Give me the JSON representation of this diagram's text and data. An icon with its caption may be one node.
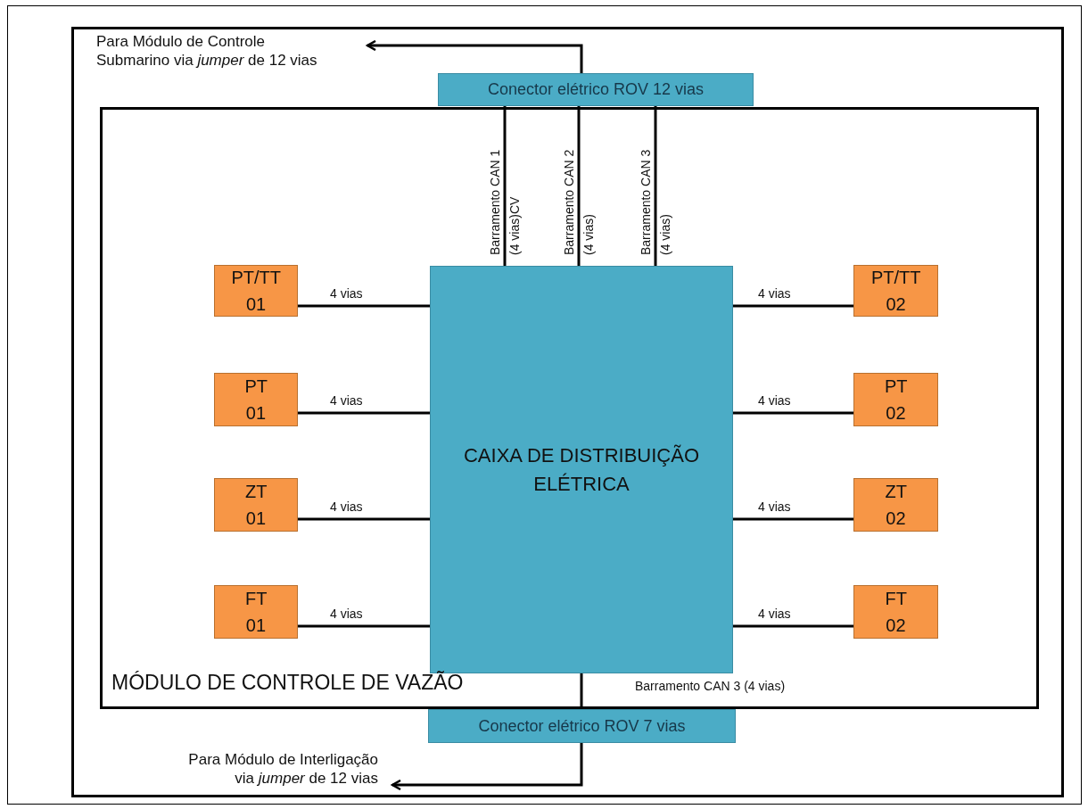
{
  "diagram": {
    "nodes": [
      {
        "text": [
          "MÓDULO DE CONTROLE DE VAZÃO"
        ]
      },
      {
        "text": [
          "Conector elétrico ROV 12 vias"
        ]
      },
      {
        "text": [
          "CAIXA DE DISTRIBUIÇÃO ELÉTRICA"
        ],
        "in": 0
      },
      {
        "text": [
          "PT/TT 01"
        ],
        "in": 0
      },
      {
        "text": [
          "PT 01"
        ],
        "in": 0
      },
      {
        "text": [
          "ZT 01"
        ],
        "in": 0
      },
      {
        "text": [
          "FT 01"
        ],
        "in": 0
      },
      {
        "text": [
          "PT/TT 02"
        ],
        "in": 0
      },
      {
        "text": [
          "PT 02"
        ],
        "in": 0
      },
      {
        "text": [
          "ZT 02"
        ],
        "in": 0
      },
      {
        "text": [
          "FT 02"
        ],
        "in": 0
      },
      {
        "text": [
          "Conector elétrico ROV 7 vias"
        ]
      },
      {
        "text": [
          "Para Módulo de Controle Submarino via *jumper* de 12 vias"
        ]
      },
      {
        "text": [
          "Para Módulo de Interligação via *jumper* de 12 vias"
        ]
      }
    ],
    "edges": [
      {
        "from": 1,
        "to": 12,
        "arrow": "to"
      },
      {
        "from": 1,
        "to": 2,
        "arrow": "none",
        "label": "Barramento CAN 1 (4 vias)CV"
      },
      {
        "from": 1,
        "to": 2,
        "arrow": "none",
        "label": "Barramento CAN 2 (4 vias)"
      },
      {
        "from": 1,
        "to": 2,
        "arrow": "none",
        "label": "Barramento CAN 3 (4 vias)"
      },
      {
        "from": 3,
        "to": 2,
        "arrow": "none",
        "label": "4 vias"
      },
      {
        "from": 4,
        "to": 2,
        "arrow": "none",
        "label": "4 vias"
      },
      {
        "from": 5,
        "to": 2,
        "arrow": "none",
        "label": "4 vias"
      },
      {
        "from": 6,
        "to": 2,
        "arrow": "none",
        "label": "4 vias"
      },
      {
        "from": 7,
        "to": 2,
        "arrow": "none",
        "label": "4 vias"
      },
      {
        "from": 8,
        "to": 2,
        "arrow": "none",
        "label": "4 vias"
      },
      {
        "from": 9,
        "to": 2,
        "arrow": "none",
        "label": "4 vias"
      },
      {
        "from": 10,
        "to": 2,
        "arrow": "none",
        "label": "4 vias"
      },
      {
        "from": 2,
        "to": 11,
        "arrow": "none",
        "label": "Barramento CAN 3 (4 vias)"
      },
      {
        "from": 11,
        "to": 13,
        "arrow": "to"
      }
    ]
  }
}
